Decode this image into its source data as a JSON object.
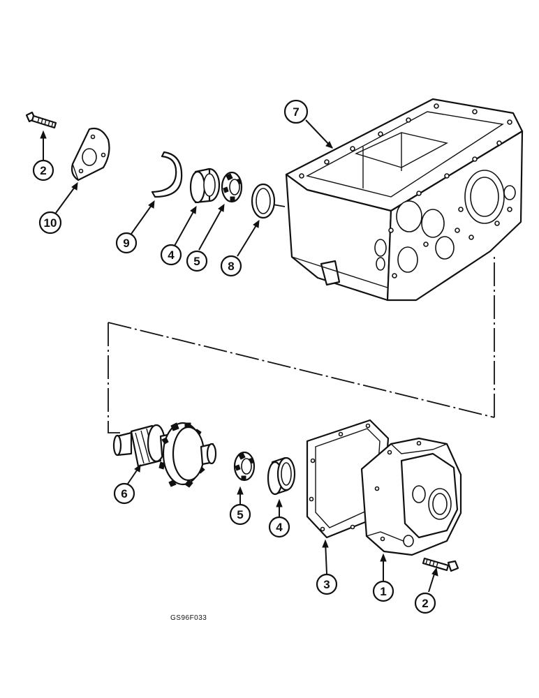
{
  "figure_code": "GS96F033",
  "callouts": [
    {
      "id": "7",
      "name": "callout-7"
    },
    {
      "id": "2",
      "name": "callout-2-top"
    },
    {
      "id": "10",
      "name": "callout-10"
    },
    {
      "id": "9",
      "name": "callout-9"
    },
    {
      "id": "4",
      "name": "callout-4-top"
    },
    {
      "id": "5",
      "name": "callout-5-top"
    },
    {
      "id": "8",
      "name": "callout-8"
    },
    {
      "id": "6",
      "name": "callout-6"
    },
    {
      "id": "5",
      "name": "callout-5-bottom"
    },
    {
      "id": "4",
      "name": "callout-4-bottom"
    },
    {
      "id": "3",
      "name": "callout-3"
    },
    {
      "id": "1",
      "name": "callout-1"
    },
    {
      "id": "2",
      "name": "callout-2-bottom"
    }
  ]
}
